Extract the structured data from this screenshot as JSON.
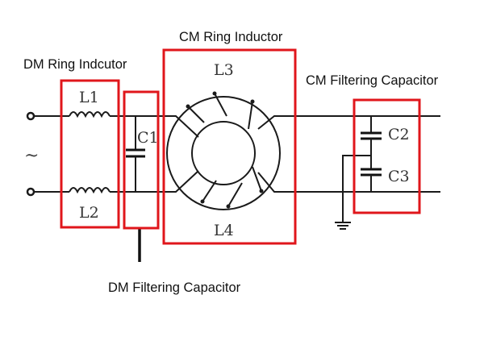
{
  "diagram": {
    "type": "EMI filter circuit schematic",
    "annotations": {
      "dm_ring_inductor": "DM Ring Indcutor",
      "cm_ring_inductor": "CM Ring Inductor",
      "cm_filtering_capacitor": "CM Filtering Capacitor",
      "dm_filtering_capacitor": "DM Filtering Capacitor"
    },
    "components": {
      "L1": "L1",
      "L2": "L2",
      "L3": "L3",
      "L4": "L4",
      "C1": "C1",
      "C2": "C2",
      "C3": "C3"
    },
    "ac_source_symbol": "~",
    "colors": {
      "highlight": "#e0161b",
      "wire": "#1a1a1a"
    }
  }
}
